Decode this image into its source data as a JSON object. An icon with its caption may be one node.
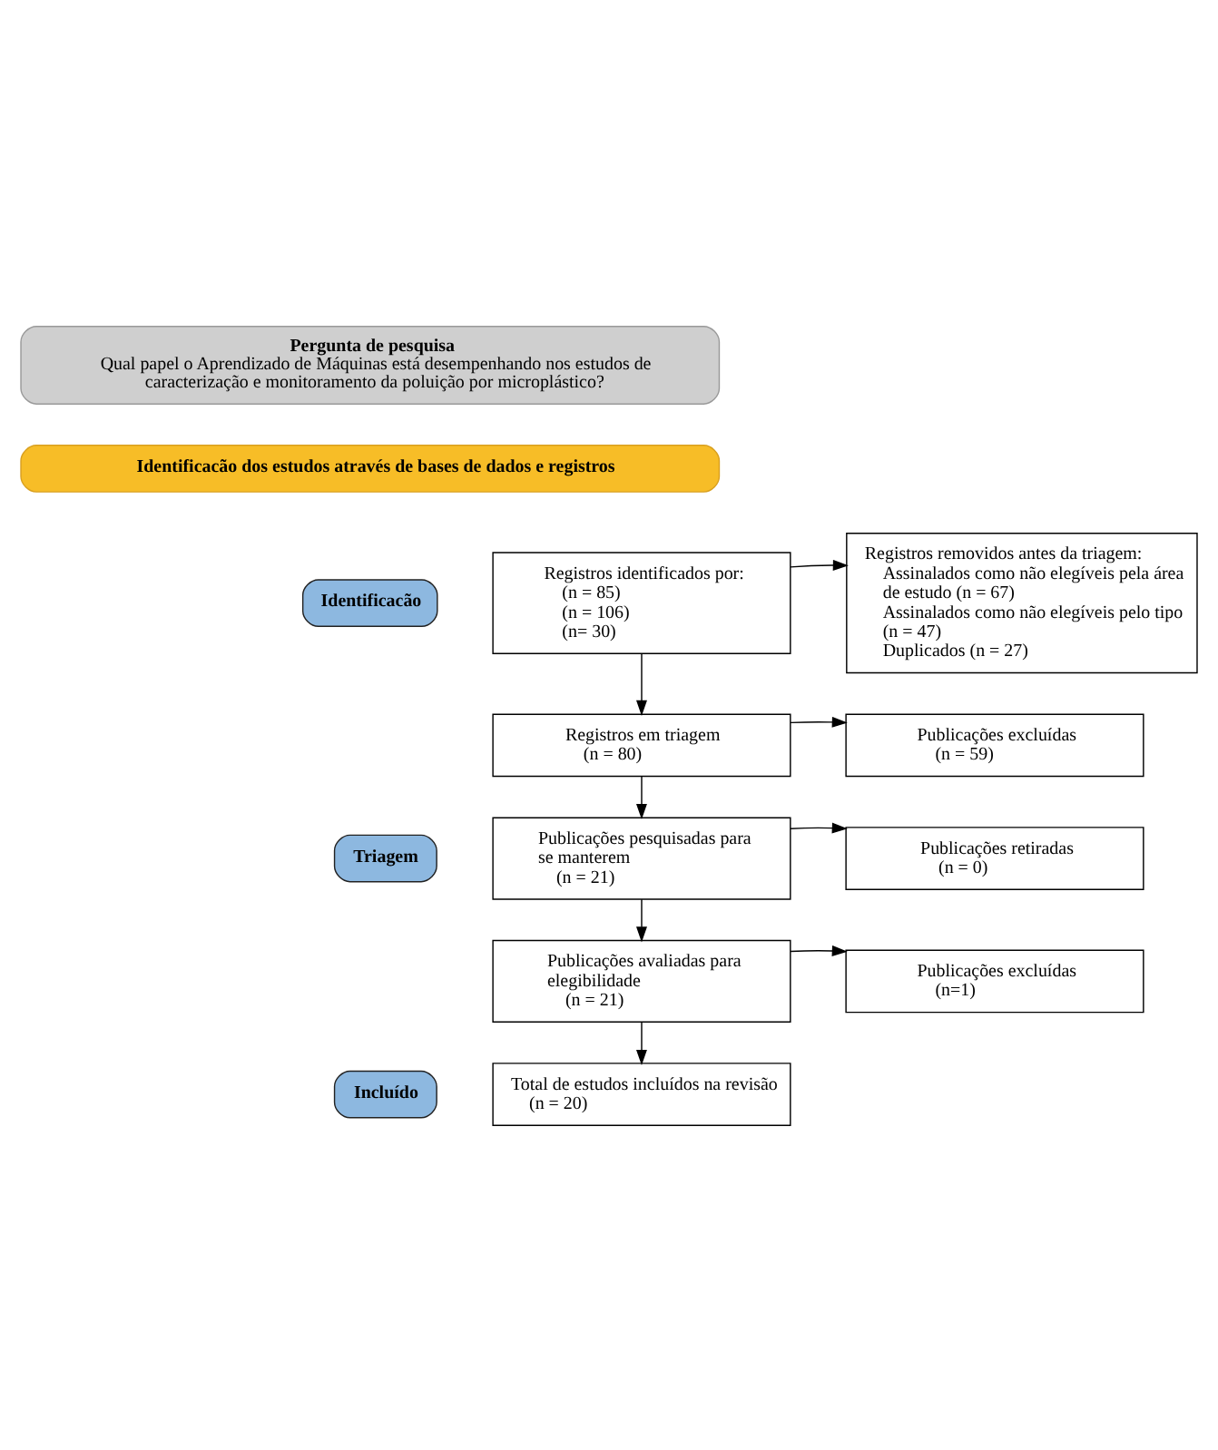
{
  "diagram": {
    "nodes": [
      {
        "text": [
          "Pergunta de pesquisa",
          "Qual papel o Aprendizado de Máquinas está desempenhando nos estudos de caracterização e monitoramento da poluição por microplástico?"
        ]
      },
      {
        "text": [
          "Identificacão dos estudos através de bases de dados e registros"
        ]
      },
      {
        "text": [
          "Identificacão"
        ]
      },
      {
        "text": [
          "Registros identificados por:",
          "(n = 85)",
          "(n = 106)",
          "(n= 30)"
        ]
      },
      {
        "text": [
          "Registros removidos antes da triagem:",
          "Assinalados como não elegíveis pela área de estudo (n = 67)",
          "Assinalados como não elegíveis pelo tipo (n = 47)",
          "Duplicados (n = 27)"
        ]
      },
      {
        "text": [
          "Triagem"
        ]
      },
      {
        "text": [
          "Registros em triagem",
          "(n = 80)"
        ]
      },
      {
        "text": [
          "Publicações excluídas",
          "(n = 59)"
        ]
      },
      {
        "text": [
          "Publicações pesquisadas para se manterem",
          "(n = 21)"
        ]
      },
      {
        "text": [
          "Publicações retiradas",
          "(n = 0)"
        ]
      },
      {
        "text": [
          "Publicações avaliadas para elegibilidade",
          "(n = 21)"
        ]
      },
      {
        "text": [
          "Publicações excluídas",
          "(n=1)"
        ]
      },
      {
        "text": [
          "Incluído"
        ]
      },
      {
        "text": [
          "Total de estudos incluídos na revisão",
          "(n = 20)"
        ]
      }
    ],
    "edges": [
      {
        "from": 3,
        "to": 4,
        "arrow": "to"
      },
      {
        "from": 3,
        "to": 6,
        "arrow": "to"
      },
      {
        "from": 6,
        "to": 7,
        "arrow": "to"
      },
      {
        "from": 6,
        "to": 8,
        "arrow": "to"
      },
      {
        "from": 8,
        "to": 9,
        "arrow": "to"
      },
      {
        "from": 8,
        "to": 10,
        "arrow": "to"
      },
      {
        "from": 10,
        "to": 11,
        "arrow": "to"
      },
      {
        "from": 10,
        "to": 13,
        "arrow": "to"
      }
    ]
  }
}
